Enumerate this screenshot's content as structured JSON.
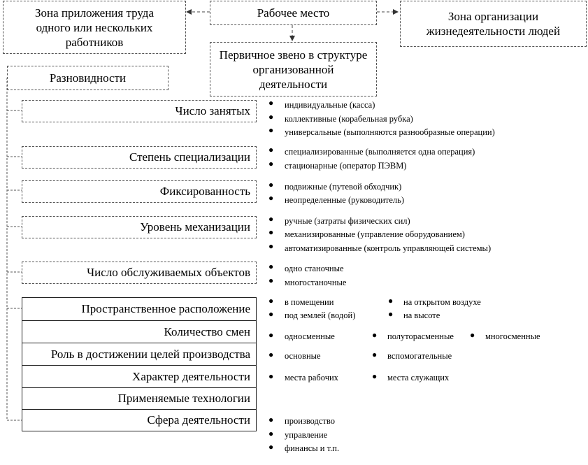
{
  "header": {
    "workplace": "Рабочее место",
    "zone_labor": "Зона приложения труда одного или нескольких работников",
    "zone_life": "Зона организации жизнедеятельности людей",
    "primary_link": "Первичное звено в структуре организованной деятельности",
    "varieties": "Разновидности"
  },
  "categories": [
    {
      "label": "Число занятых",
      "items": [
        "индивидуальные (касса)",
        "коллективные (корабельная рубка)",
        "универсальные (выполняются разнообразные операции)"
      ]
    },
    {
      "label": "Степень специализации",
      "items": [
        "специализированные (выполняется одна операция)",
        "стационарные (оператор ПЭВМ)"
      ]
    },
    {
      "label": "Фиксированность",
      "items": [
        "подвижные (путевой обходчик)",
        "неопределенные (руководитель)"
      ]
    },
    {
      "label": "Уровень механизации",
      "items": [
        "ручные (затраты физических сил)",
        "механизированные (управление оборудованием)",
        "автоматизированные (контроль управляющей системы)"
      ]
    },
    {
      "label": "Число обслуживаемых объектов",
      "items": [
        "одно станочные",
        "многостаночные"
      ]
    },
    {
      "label": "Пространственное расположение",
      "items": [
        "в помещении",
        "под землей (водой)",
        "на открытом воздухе",
        "на высоте"
      ]
    },
    {
      "label": "Количество смен",
      "items": [
        "односменные",
        "полуторасменные",
        "многосменные"
      ]
    },
    {
      "label": "Роль в достижении целей производства",
      "items": [
        "основные",
        "вспомогательные"
      ]
    },
    {
      "label": "Характер деятельности",
      "items": [
        "места рабочих",
        "места служащих"
      ]
    },
    {
      "label": "Применяемые технологии",
      "items": []
    },
    {
      "label": "Сфера деятельности",
      "items": [
        "производство",
        "управление",
        "финансы и т.п."
      ]
    }
  ]
}
